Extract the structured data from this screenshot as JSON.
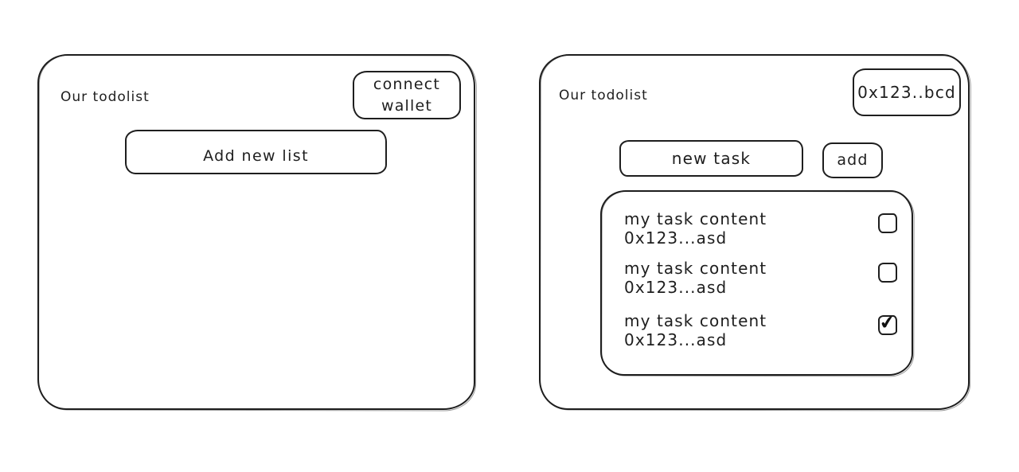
{
  "style": {
    "background": "#ffffff",
    "stroke_color": "#1e1e1e"
  },
  "left_panel": {
    "title": "Our todolist",
    "connect_wallet_button": {
      "line1": "connect",
      "line2": "wallet"
    },
    "add_new_list_label": "Add new list"
  },
  "right_panel": {
    "title": "Our todolist",
    "wallet_address_button": "0x123..bcd",
    "new_task_placeholder": "new task",
    "add_button_label": "add",
    "tasks": [
      {
        "content": "my task content",
        "address": "0x123...asd",
        "checked": false,
        "check_glyph": ""
      },
      {
        "content": "my task content",
        "address": "0x123...asd",
        "checked": false,
        "check_glyph": ""
      },
      {
        "content": "my task content",
        "address": "0x123...asd",
        "checked": true,
        "check_glyph": "✔"
      }
    ]
  }
}
